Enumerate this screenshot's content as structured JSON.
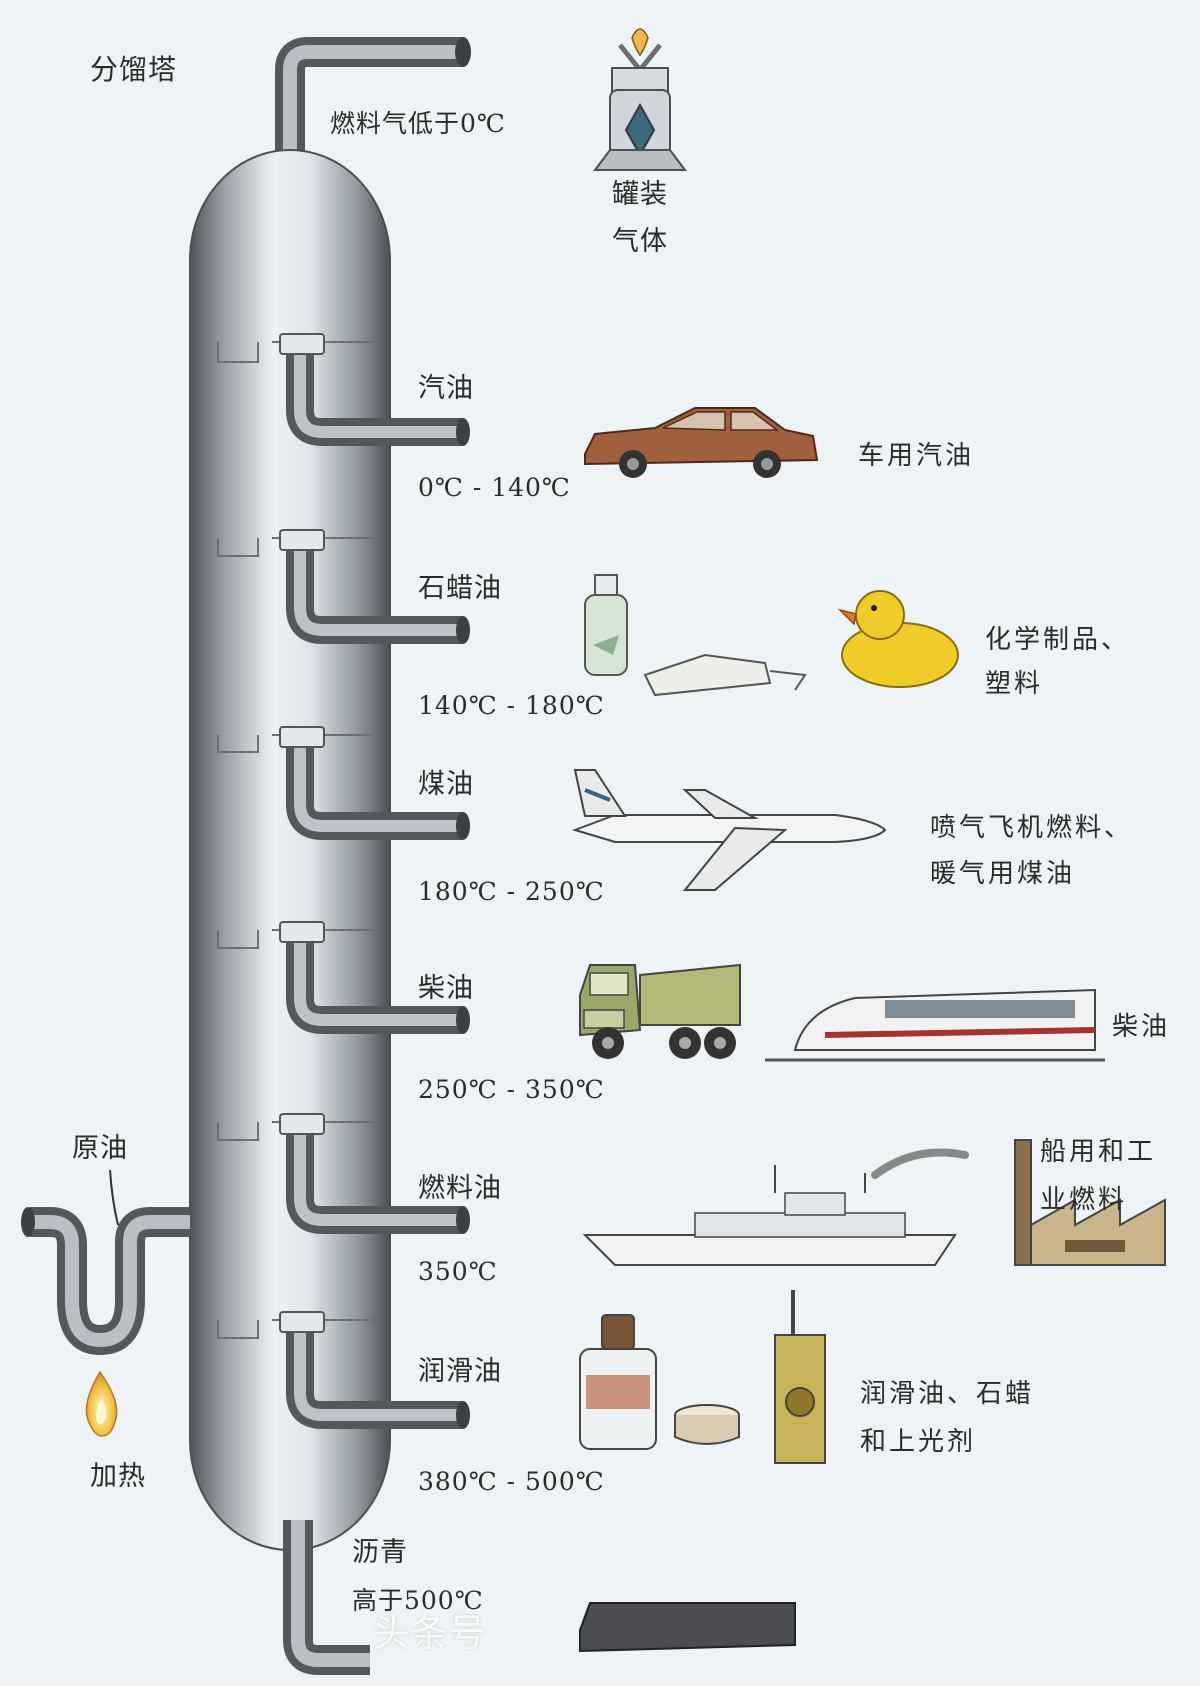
{
  "title": "分馏塔",
  "top_gas": {
    "label": "燃料气低于0℃"
  },
  "canned_gas": {
    "label_line1": "罐装",
    "label_line2": "气体"
  },
  "fractions": [
    {
      "name": "汽油",
      "temp": "0℃ - 140℃",
      "use_line1": "车用汽油",
      "use_line2": ""
    },
    {
      "name": "石蜡油",
      "temp": "140℃ - 180℃",
      "use_line1": "化学制品、",
      "use_line2": "塑料"
    },
    {
      "name": "煤油",
      "temp": "180℃ - 250℃",
      "use_line1": "喷气飞机燃料、",
      "use_line2": "暖气用煤油"
    },
    {
      "name": "柴油",
      "temp": "250℃ - 350℃",
      "use_line1": "柴油",
      "use_line2": ""
    },
    {
      "name": "燃料油",
      "temp": "350℃",
      "use_line1": "船用和工",
      "use_line2": "业燃料"
    },
    {
      "name": "润滑油",
      "temp": "380℃ - 500℃",
      "use_line1": "润滑油、石蜡",
      "use_line2": "和上光剂"
    }
  ],
  "bottom": {
    "name": "沥青",
    "temp": "高于500℃"
  },
  "crude_oil": {
    "label": "原油"
  },
  "heating": {
    "label": "加热"
  },
  "watermark": "头条号",
  "colors": {
    "background": "#eef3f5",
    "tower_light": "#dde3e8",
    "tower_dark": "#5d6268",
    "pipe": "#8a8f94",
    "car": "#a0603e",
    "duck": "#f0cc2a",
    "truck": "#8f9a5a"
  }
}
